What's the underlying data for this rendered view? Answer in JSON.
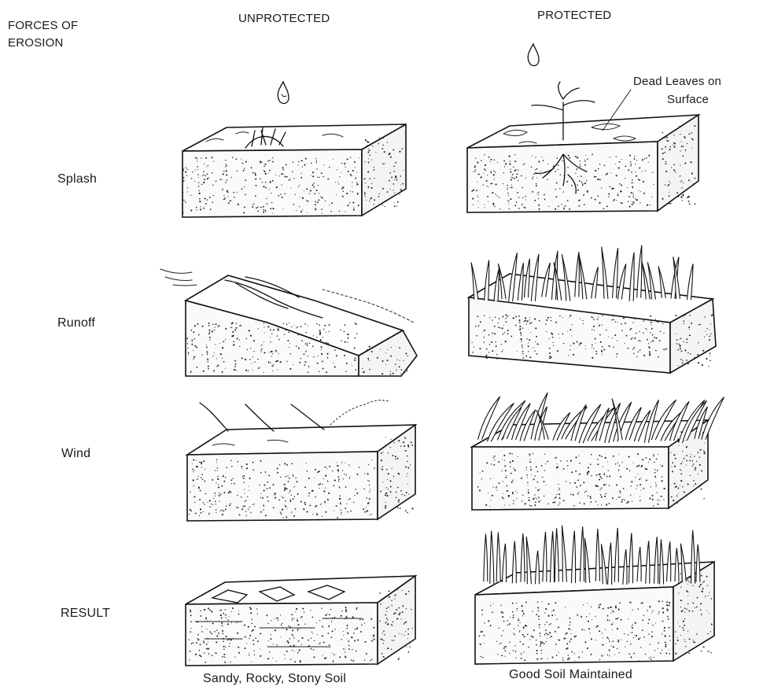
{
  "header": {
    "forces_line1": "FORCES OF",
    "forces_line2": "EROSION",
    "unprotected": "UNPROTECTED",
    "protected": "PROTECTED"
  },
  "rows": [
    {
      "label": "Splash"
    },
    {
      "label": "Runoff"
    },
    {
      "label": "Wind"
    },
    {
      "label": "RESULT"
    }
  ],
  "annotations": {
    "dead_leaves_line1": "Dead Leaves on",
    "dead_leaves_line2": "Surface"
  },
  "captions": {
    "unprotected_result": "Sandy, Rocky, Stony Soil",
    "protected_result": "Good Soil Maintained"
  }
}
